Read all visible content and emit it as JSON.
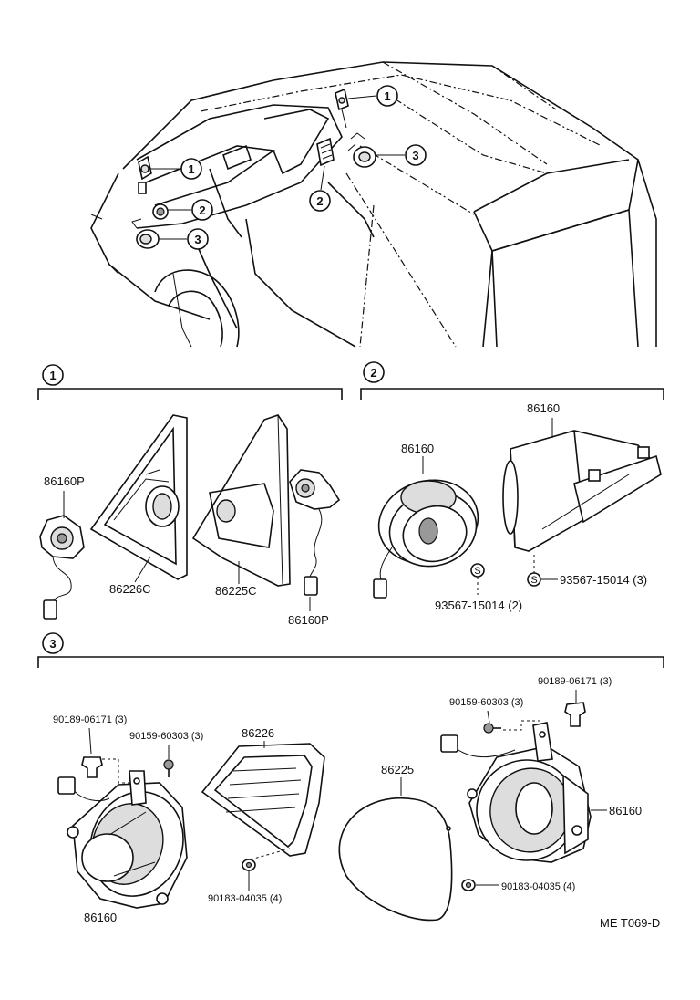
{
  "callouts": {
    "one": "1",
    "two": "2",
    "three": "3"
  },
  "section1": {
    "number": "1",
    "parts": {
      "tweeter_left": "86160P",
      "cover_inner": "86226C",
      "cover_outer": "86225C",
      "tweeter_right": "86160P"
    }
  },
  "section2": {
    "number": "2",
    "parts": {
      "speaker_round": "86160",
      "speaker_box": "86160",
      "screw_left": "93567-15014 (2)",
      "screw_right": "93567-15014 (3)",
      "screw_symbol": "S"
    }
  },
  "section3": {
    "number": "3",
    "parts": {
      "clip_left": "90189-06171 (3)",
      "screw_left": "90159-60303 (3)",
      "frame": "86226",
      "grille": "86225",
      "clip_right": "90189-06171 (3)",
      "screw_right": "90159-60303 (3)",
      "speaker_right": "86160",
      "nut_right": "90183-04035 (4)",
      "nut_left": "90183-04035 (4)",
      "speaker_left": "86160"
    }
  },
  "footer": {
    "code": "ME  T069-D"
  }
}
